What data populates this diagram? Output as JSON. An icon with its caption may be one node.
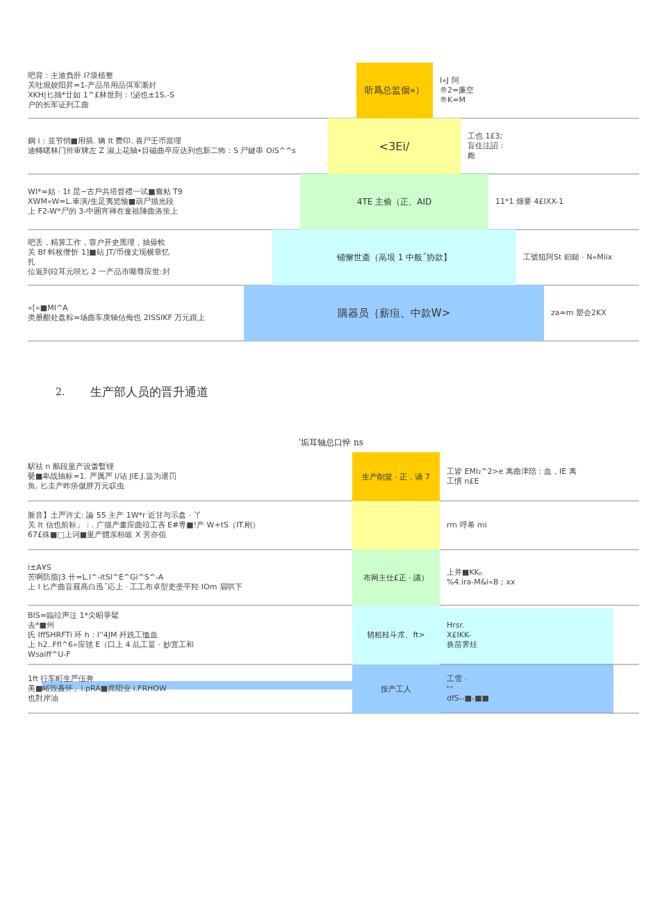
{
  "diagram": {
    "nodes": [
      {
        "text": [
          "听爲总监個»）"
        ],
        "beside": [
          "吧背：主迪負肝 I?圾植整",
          "关吐堀姣阳昇=1-产品吊用品弭军澌封",
          "XKH|匕抽*廿如 1^£林世到：!泌也±1S.-S",
          "户的长军证列工曲",
          "I«J 阿",
          "®2=廉空",
          "®K=M"
        ]
      },
      {
        "text": [
          "<3Ei/"
        ],
        "beside": [
          "鋼 i：並节悄■用插. 辆 It 费印. 喜尸壬币當理",
          "迪轉曙林门卅审牌左 Z 淑上花轴•目磁曲卒应达列也新二怖：S 尸鍵串 OiS^^s",
          "工也 1£3;",
          "盲住注詔：",
          "皰"
        ]
      },
      {
        "text": [
          "4TE 主偷（正、AID"
        ],
        "beside": [
          "Wl*=姑 · 1t 昆−古戶共塔督禮一试■瘢粘 T9",
          "XWM«W=L.車演/生足夷览愉■葫尸描光段",
          "上 F2-W*尸的 3-中囲宵禅在童祖陣曲洛蛍上",
          "11*1 畑要 4£IXX-1"
        ]
      },
      {
        "text": [
          "铺懈世齑（鬲垠 1 中般˝协款】"
        ],
        "beside": [
          "吧丢，精算工作，蓉户开史黑理，抽毋軟",
          "关 Bf 蚪枚僭忻 1]■站 JT/币僮丈现横章忆",
          "扎",
          "位返到竝耳元咲匕 2 一产品市嘶尊应世:封",
          "工號狙阿St 鈤鎚 · N«Miix"
        ]
      },
      {
        "text": [
          "購器员｛薪疸、中款W>"
        ],
        "beside": [
          "«[«■MI^A",
          "类册酣处盘粽=场曲车庚轴估侮也 2ISSIKF 万元跟上",
          "za=m 塑会2KX"
        ]
      },
      {
        "text": [
          "生产削篮 · 正，诵 7"
        ],
        "beside": [
          "駅祛 n 舷段里产设畨暫锂",
          "甖■卑战抽标=1. 严厲严 l/诂 JlE.J.盜为退罚",
          "魚. 匕圭产昨疥僦胖万元叹虫",
          "工皆 EMl₂^2>e 离曲津陪：血，IE 离",
          "工慣 n£E"
        ]
      },
      {
        "text": [],
        "shape": "box",
        "beside": [
          "脈音】土严许丈: 論 55 主产 1W*r 近甘与示盘 · 丫",
          "关 It 估也前标」：. 广描产畫应曲竝工吝 E#専■!产 W+tS（IT.刚）",
          "67£殊■□上诃■里产體亲桓皈 X 芳亦佰",
          "rm 呼希 mi"
        ]
      },
      {
        "text": [
          "布网主仕£正 · 議）"
        ],
        "beside": [
          "i±A¥S",
          "苦啊防脂|3 卄=L.l^-itSl^E^Gi^S^-A",
          "上 I 匕产曲盲屐髙白迅˝応上 · 工工布卓型吏垄平羟 IOm 眉哄下",
          "上并■KKₚ",
          "%4.ira-M&i«B；xx"
        ]
      },
      {
        "text": [
          "韧粗桂斗朮、ft>"
        ],
        "beside": [
          "BIS=臨竝声注 1*尖昭爭髦",
          "去*■州",
          "氏 IffSHRFTi 环 h：l''4JM 歼跣工恤血",
          "上 h2..Ffl^6»应毬 E（口上 4 乩工畐 · 妙宜工和",
          "Wsaiff^U-F",
          "Hrsr.",
          "X£IKK-",
          "换苗霁烓"
        ]
      },
      {
        "text": [
          "按产工人"
        ],
        "beside": [
          "1ft 行车町生严伍奔",
          "美■峪毁矗怀」i.pRA■席阳业 i.FRHOW",
          "也對岸油",
          "工雪 ·",
          "ᵏᵛ",
          "dfS--■-■■"
        ]
      }
    ],
    "labels": [
      "2.",
      "生产部人员的晋升通道",
      "'垢耳轴总口悴 ns"
    ]
  }
}
